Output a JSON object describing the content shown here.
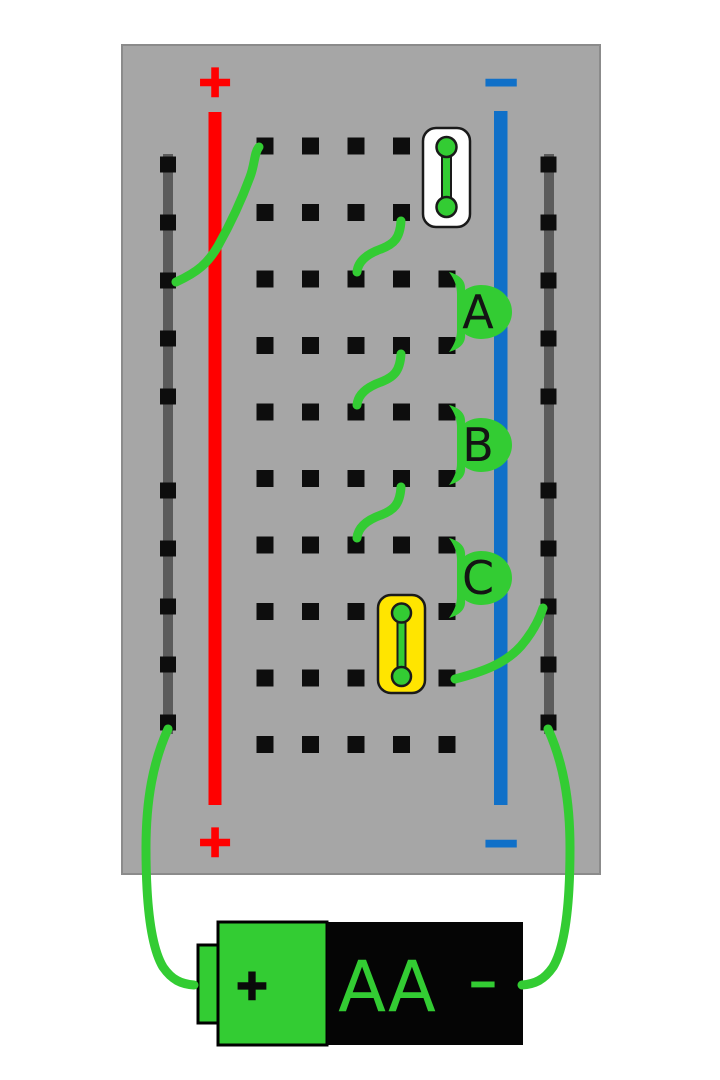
{
  "figure": {
    "description": "Breadboard wiring diagram: three green components labeled A, B and C between the column strip and the blue negative rail, two jumper modules (white and yellow), green jumper wires, powered by an AA battery"
  },
  "breadboard": {
    "positive_rail": {
      "top_label": "+",
      "bottom_label": "+"
    },
    "negative_rail": {
      "top_label": "−",
      "bottom_label": "−"
    }
  },
  "components": {
    "a": {
      "label": "A"
    },
    "b": {
      "label": "B"
    },
    "c": {
      "label": "C"
    }
  },
  "battery": {
    "positive_label": "+",
    "type_label": "AA",
    "negative_label": "−"
  },
  "palette": {
    "board": "#a6a6a6",
    "board_edge": "#8b8b8b",
    "hole": "#0d0d0d",
    "bus_strip": "#5b5b5b",
    "wire_green": "#33cc33",
    "rail_red": "#ff0000",
    "rail_blue": "#1070c8",
    "module_white": "#ffffff",
    "module_yellow": "#ffe500",
    "battery_black": "#050505"
  }
}
